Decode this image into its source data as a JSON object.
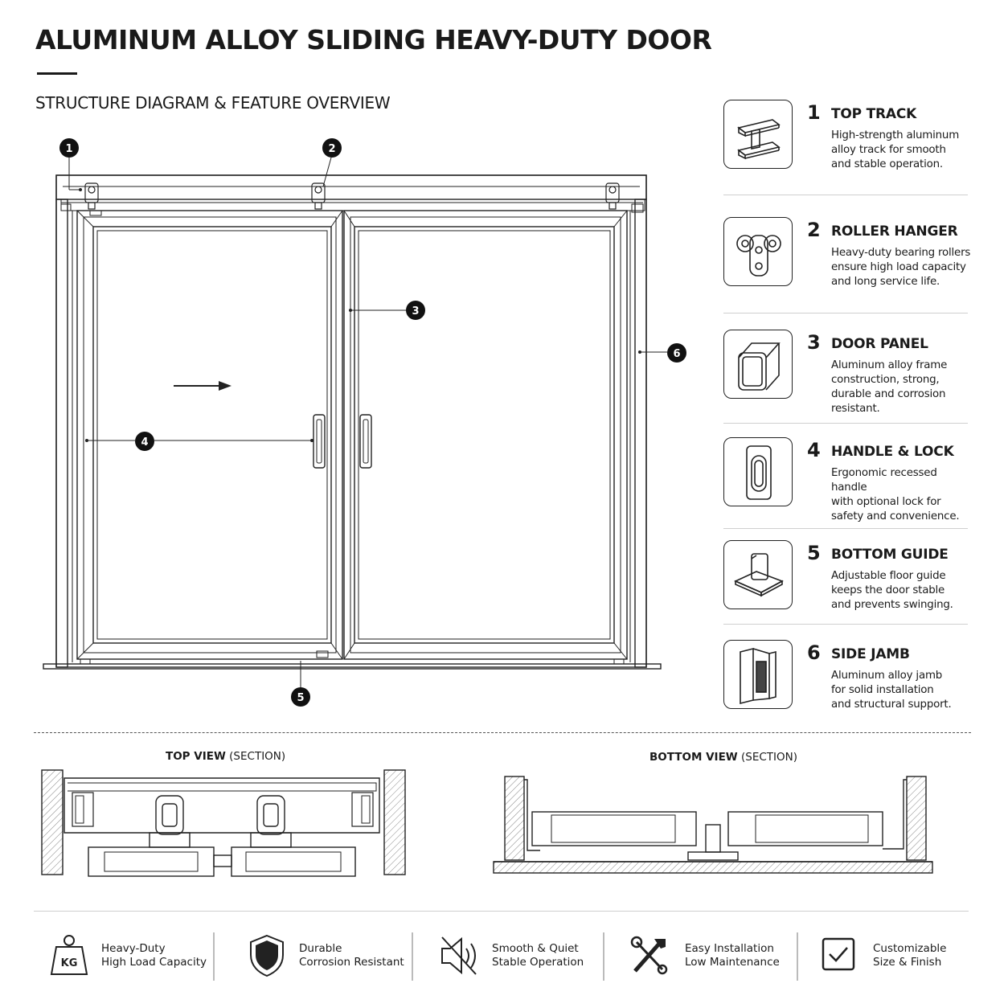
{
  "header": {
    "title": "ALUMINUM ALLOY SLIDING HEAVY-DUTY DOOR",
    "subtitle": "STRUCTURE DIAGRAM & FEATURE OVERVIEW"
  },
  "callouts": [
    "1",
    "2",
    "3",
    "4",
    "5",
    "6"
  ],
  "features": [
    {
      "num": "1",
      "title": "TOP TRACK",
      "lines": [
        "High-strength aluminum",
        "alloy track for smooth",
        "and stable operation."
      ],
      "icon": "i-beam-track-icon"
    },
    {
      "num": "2",
      "title": "ROLLER HANGER",
      "lines": [
        "Heavy-duty bearing rollers",
        "ensure high load capacity",
        "and long service life."
      ],
      "icon": "roller-hanger-icon"
    },
    {
      "num": "3",
      "title": "DOOR PANEL",
      "lines": [
        "Aluminum alloy frame",
        "construction, strong,",
        "durable and corrosion",
        "resistant."
      ],
      "icon": "profile-tube-icon"
    },
    {
      "num": "4",
      "title": "HANDLE & LOCK",
      "lines": [
        "Ergonomic recessed handle",
        "with optional lock for",
        "safety and convenience."
      ],
      "icon": "recessed-handle-icon"
    },
    {
      "num": "5",
      "title": "BOTTOM GUIDE",
      "lines": [
        "Adjustable floor guide",
        "keeps the door stable",
        "and prevents swinging."
      ],
      "icon": "floor-guide-icon"
    },
    {
      "num": "6",
      "title": "SIDE JAMB",
      "lines": [
        "Aluminum alloy jamb",
        "for solid installation",
        "and structural support."
      ],
      "icon": "side-jamb-icon"
    }
  ],
  "sections": {
    "top": {
      "bold": "TOP VIEW",
      "normal": " (SECTION)"
    },
    "bottom": {
      "bold": "BOTTOM VIEW",
      "normal": " (SECTION)"
    }
  },
  "benefits": [
    {
      "line1": "Heavy-Duty",
      "line2": "High Load Capacity",
      "icon": "weight-kg-icon",
      "icon_text": "KG"
    },
    {
      "line1": "Durable",
      "line2": "Corrosion Resistant",
      "icon": "shield-icon"
    },
    {
      "line1": "Smooth & Quiet",
      "line2": "Stable Operation",
      "icon": "speaker-mute-icon"
    },
    {
      "line1": "Easy Installation",
      "line2": "Low Maintenance",
      "icon": "tools-icon"
    },
    {
      "line1": "Customizable",
      "line2": "Size & Finish",
      "icon": "checkbox-icon"
    }
  ]
}
